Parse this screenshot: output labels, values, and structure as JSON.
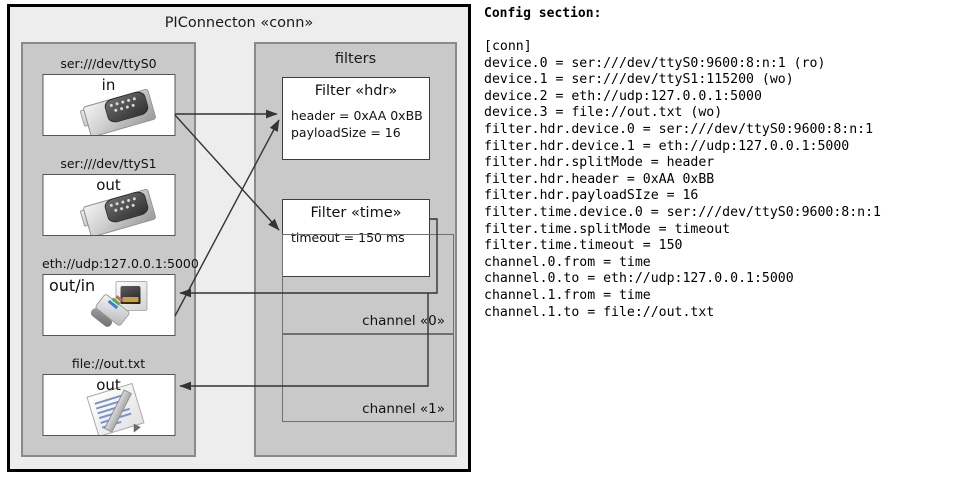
{
  "diagram": {
    "title": "PIConnecton «conn»",
    "devices_panel": {
      "name": "devices",
      "items": [
        {
          "caption": "ser:///dev/ttyS0",
          "label": "in",
          "icon": "serial-db9-connector-icon"
        },
        {
          "caption": "ser:///dev/ttyS1",
          "label": "out",
          "icon": "serial-db9-connector-icon"
        },
        {
          "caption": "eth://udp:127.0.0.1:5000",
          "label": "out/in",
          "icon": "ethernet-jack-plug-icon"
        },
        {
          "caption": "file://out.txt",
          "label": "out",
          "icon": "text-file-pencil-icon"
        }
      ]
    },
    "filters_panel": {
      "title": "filters",
      "filters": [
        {
          "title": "Filter «hdr»",
          "props": [
            "header = 0xAA 0xBB",
            "payloadSize = 16"
          ]
        },
        {
          "title": "Filter «time»",
          "props": [
            "timeout = 150 ms"
          ]
        }
      ],
      "channels": [
        {
          "label": "channel «0»"
        },
        {
          "label": "channel «1»"
        }
      ]
    },
    "colors": {
      "page_background": "#ffffff",
      "frame_background": "#ededed",
      "frame_border": "#000000",
      "panel_background": "#c9c9c9",
      "panel_border": "#8a8a8a",
      "box_background": "#ffffff",
      "box_border": "#3d3d3d",
      "arrow": "#333333",
      "text": "#111111"
    }
  },
  "config": {
    "heading": "Config section:",
    "lines": [
      "[conn]",
      "device.0 = ser:///dev/ttyS0:9600:8:n:1 (ro)",
      "device.1 = ser:///dev/ttyS1:115200 (wo)",
      "device.2 = eth://udp:127.0.0.1:5000",
      "device.3 = file://out.txt (wo)",
      "filter.hdr.device.0 = ser:///dev/ttyS0:9600:8:n:1",
      "filter.hdr.device.1 = eth://udp:127.0.0.1:5000",
      "filter.hdr.splitMode = header",
      "filter.hdr.header = 0xAA 0xBB",
      "filter.hdr.payloadSIze = 16",
      "filter.time.device.0 = ser:///dev/ttyS0:9600:8:n:1",
      "filter.time.splitMode = timeout",
      "filter.time.timeout = 150",
      "channel.0.from = time",
      "channel.0.to = eth://udp:127.0.0.1:5000",
      "channel.1.from = time",
      "channel.1.to = file://out.txt"
    ]
  }
}
